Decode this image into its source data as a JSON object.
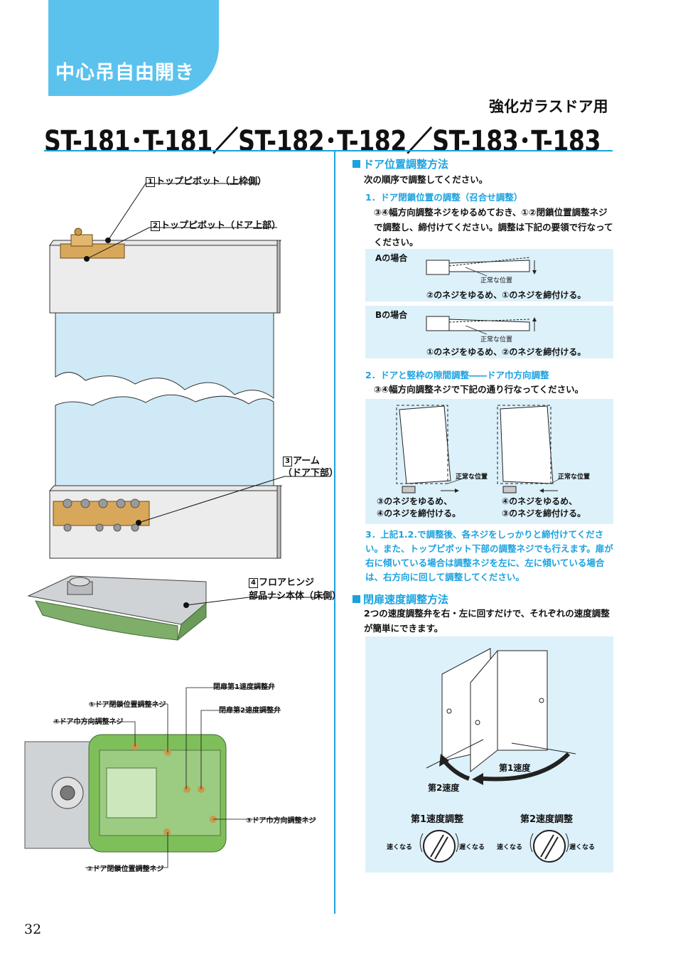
{
  "header": {
    "tab_title": "中心吊自由開き",
    "subtitle": "強化ガラスドア用",
    "model_title": "ST-181･T-181／ST-182･T-182／ST-183･T-183"
  },
  "left": {
    "callouts": {
      "c1": {
        "num": "1",
        "text": "トップピボット（上枠側）"
      },
      "c2": {
        "num": "2",
        "text": "トップピボット（ドア上部）"
      },
      "c3": {
        "num": "3",
        "line1": "アーム",
        "line2": "（ドア下部）"
      },
      "c4": {
        "num": "4",
        "line1": "フロアヒンジ",
        "line2": "部品ナシ本体（床側）"
      }
    },
    "hinge_labels": {
      "speed1_valve": "閉扉第1速度調整弁",
      "closing_screw1": "①ドア閉鎖位置調整ネジ",
      "speed2_valve": "閉扉第2速度調整弁",
      "width_screw4": "④ドア巾方向調整ネジ",
      "width_screw3": "③ドア巾方向調整ネジ",
      "closing_screw2": "②ドア閉鎖位置調整ネジ"
    }
  },
  "right": {
    "position_section": {
      "title": "ドア位置調整方法",
      "intro": "次の順序で調整してください。",
      "step1_title": "1．ドア閉鎖位置の調整（召合せ調整）",
      "step1_text": "③④幅方向調整ネジをゆるめておき、①②閉鎖位置調整ネジで調整し、締付けてください。調整は下記の要領で行なってください。",
      "case_a": {
        "label": "Aの場合",
        "normal": "正常な位置",
        "instruction": "②のネジをゆるめ、①のネジを締付ける。"
      },
      "case_b": {
        "label": "Bの場合",
        "normal": "正常な位置",
        "instruction": "①のネジをゆるめ、②のネジを締付ける。"
      },
      "step2_title": "2．ドアと竪枠の隙間調整――ドア巾方向調整",
      "step2_text": "③④幅方向調整ネジで下記の通り行なってください。",
      "gap_left": {
        "normal": "正常な位置",
        "line1": "③のネジをゆるめ、",
        "line2": "④のネジを締付ける。"
      },
      "gap_right": {
        "normal": "正常な位置",
        "line1": "④のネジをゆるめ、",
        "line2": "③のネジを締付ける。"
      },
      "step3_text": "3．上記1.2.で調整後、各ネジをしっかりと締付けてください。また、トップピボット下部の調整ネジでも行えます。扉が右に傾いている場合は調整ネジを左に、左に傾いている場合は、右方向に回して調整してください。"
    },
    "speed_section": {
      "title": "閉扉速度調整方法",
      "text": "2つの速度調整弁を右・左に回すだけで、それぞれの速度調整が簡単にできます。",
      "speed1_label": "第1速度",
      "speed2_label": "第2速度",
      "adj1_title": "第1速度調整",
      "adj2_title": "第2速度調整",
      "faster": "速くなる",
      "slower": "遅くなる"
    }
  },
  "footer": {
    "page_number": "32"
  }
}
